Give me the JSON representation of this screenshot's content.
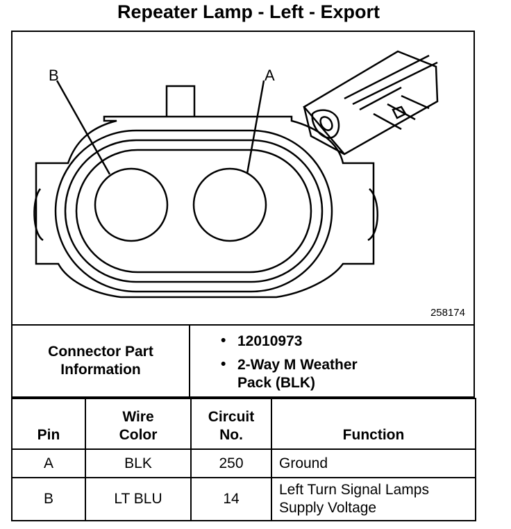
{
  "title": "Repeater Lamp - Left - Export",
  "figure": {
    "pin_label_a": "A",
    "pin_label_b": "B",
    "figure_number": "258174"
  },
  "connector_info": {
    "label": "Connector Part Information",
    "part_number": "12010973",
    "description_line1": "2-Way M Weather",
    "description_line2": "Pack (BLK)",
    "bullet": "•"
  },
  "table": {
    "headers": {
      "pin": "Pin",
      "wire_color_line1": "Wire",
      "wire_color_line2": "Color",
      "circuit_line1": "Circuit",
      "circuit_line2": "No.",
      "function": "Function"
    },
    "rows": [
      {
        "pin": "A",
        "wire_color": "BLK",
        "circuit": "250",
        "function_line1": "Ground",
        "function_line2": ""
      },
      {
        "pin": "B",
        "wire_color": "LT BLU",
        "circuit": "14",
        "function_line1": "Left Turn Signal Lamps",
        "function_line2": "Supply Voltage"
      }
    ]
  }
}
